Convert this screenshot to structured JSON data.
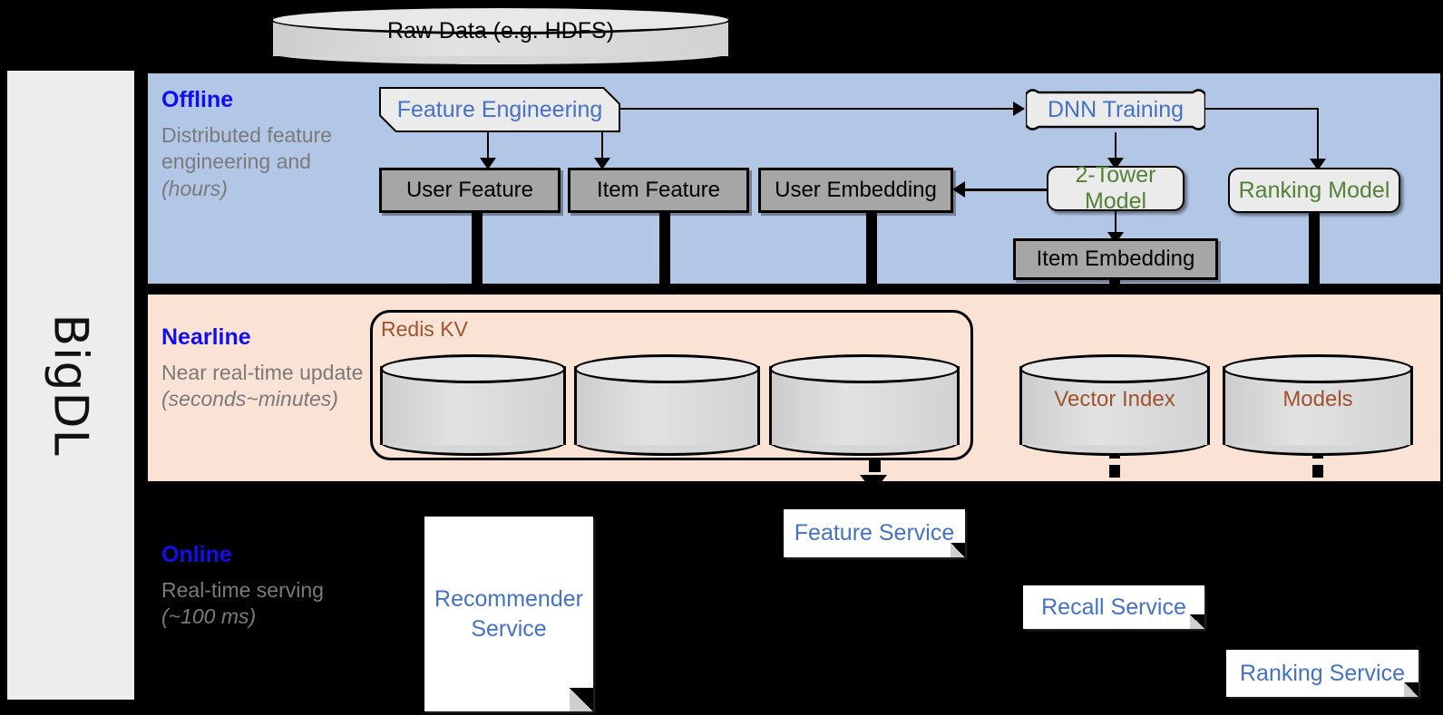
{
  "rail": {
    "label": "BigDL"
  },
  "top": {
    "raw_data": "Raw Data (e.g. HDFS)"
  },
  "bands": [
    {
      "id": "offline",
      "title": "Offline",
      "desc_plain": "Distributed feature engineering and ",
      "desc_italic": "(hours)",
      "bg": "#b2c6e6"
    },
    {
      "id": "nearline",
      "title": "Nearline",
      "desc_plain": "Near real-time update ",
      "desc_italic": "(seconds~minutes)",
      "bg": "#fae2d4"
    },
    {
      "id": "online",
      "title": "Online",
      "desc_plain": "Real-time serving ",
      "desc_italic": "(~100 ms)",
      "bg": "#000000"
    }
  ],
  "offline": {
    "feature_engineering": "Feature Engineering",
    "dnn_training": "DNN Training",
    "user_feature": "User Feature",
    "item_feature": "Item Feature",
    "user_embedding": "User Embedding",
    "two_tower_model": "2-Tower Model",
    "ranking_model": "Ranking Model",
    "item_embedding": "Item Embedding"
  },
  "nearline": {
    "redis_kv": "Redis KV",
    "store_1": "",
    "store_2": "",
    "store_3": "",
    "vector_index": "Vector Index",
    "models": "Models"
  },
  "online": {
    "recommender_service": "Recommender Service",
    "feature_service": "Feature Service",
    "recall_service": "Recall Service",
    "ranking_service": "Ranking Service"
  },
  "colors": {
    "offline_bg": "#b2c6e6",
    "nearline_bg": "#fae2d4",
    "online_bg": "#000000",
    "band_title": "#1010ee",
    "band_desc": "#7a7a7a",
    "proc_blue": "#4472c4",
    "proc_green": "#538135",
    "store_brown": "#a0522d",
    "gray_box": "#a6a6a6",
    "rail_bg": "#ededed"
  }
}
